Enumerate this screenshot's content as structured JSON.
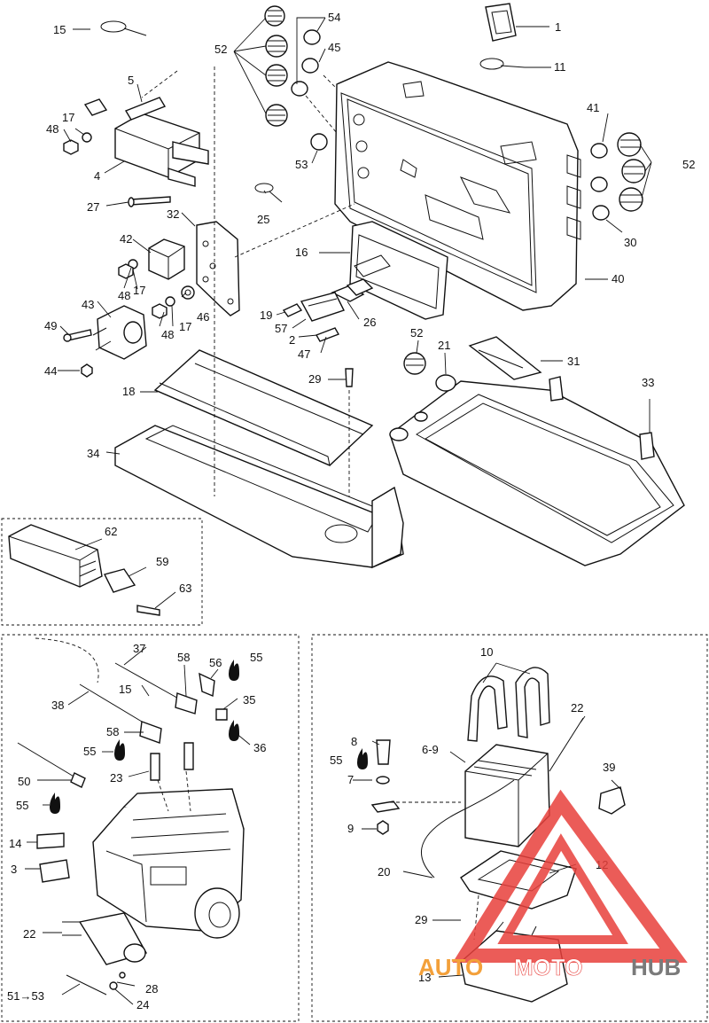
{
  "callouts": {
    "c1": "1",
    "c2": "2",
    "c3": "3",
    "c4": "4",
    "c5": "5",
    "c6_9": "6-9",
    "c7": "7",
    "c8": "8",
    "c9": "9",
    "c10": "10",
    "c11": "11",
    "c12": "12",
    "c13": "13",
    "c14": "14",
    "c15": "15",
    "c16": "16",
    "c17": "17",
    "c18": "18",
    "c19": "19",
    "c20": "20",
    "c21": "21",
    "c22": "22",
    "c23": "23",
    "c24": "24",
    "c25": "25",
    "c26": "26",
    "c27": "27",
    "c28": "28",
    "c29": "29",
    "c30": "30",
    "c31": "31",
    "c32": "32",
    "c33": "33",
    "c34": "34",
    "c35": "35",
    "c36": "36",
    "c37": "37",
    "c38": "38",
    "c39": "39",
    "c40": "40",
    "c41": "41",
    "c42": "42",
    "c43": "43",
    "c44": "44",
    "c45": "45",
    "c46": "46",
    "c47": "47",
    "c48": "48",
    "c49": "49",
    "c50": "50",
    "c51_53": "51→53",
    "c52": "52",
    "c53": "53",
    "c54": "54",
    "c55": "55",
    "c56": "56",
    "c57": "57",
    "c58": "58",
    "c59": "59",
    "c62": "62",
    "c63": "63"
  },
  "watermark": {
    "word_a": "AUTO",
    "word_b": "MOTO",
    "word_c": "HUB",
    "color_a": "#f3a03a",
    "color_b": "#ffffff",
    "color_c": "#7a7a7a",
    "triangle_color": "#e8403c"
  }
}
